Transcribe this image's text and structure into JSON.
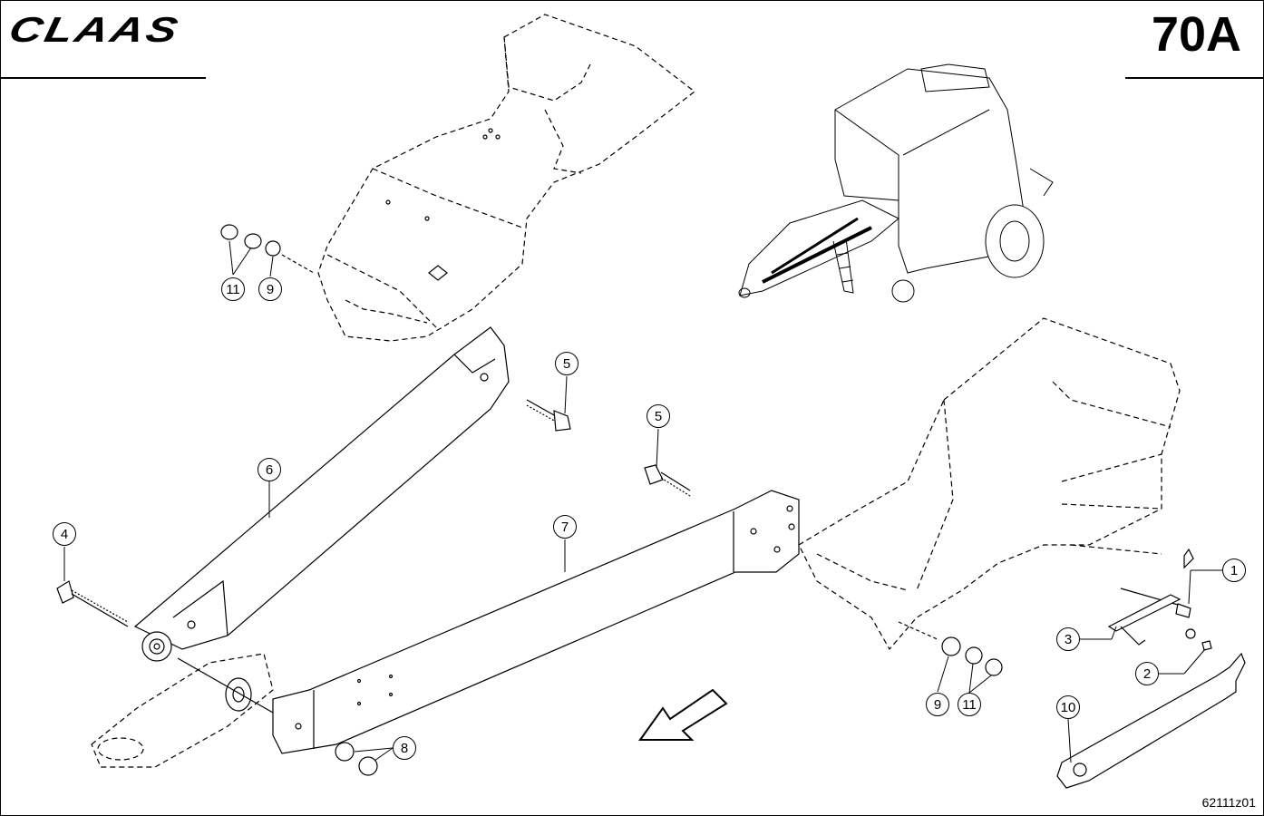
{
  "header": {
    "brand": "CLAAS",
    "sheet_number": "70A"
  },
  "footer": {
    "drawing_code": "62111z01"
  },
  "callouts": [
    {
      "label": "11"
    },
    {
      "label": "9"
    },
    {
      "label": "5"
    },
    {
      "label": "5"
    },
    {
      "label": "6"
    },
    {
      "label": "7"
    },
    {
      "label": "4"
    },
    {
      "label": "1"
    },
    {
      "label": "3"
    },
    {
      "label": "2"
    },
    {
      "label": "9"
    },
    {
      "label": "11"
    },
    {
      "label": "8"
    },
    {
      "label": "10"
    }
  ]
}
